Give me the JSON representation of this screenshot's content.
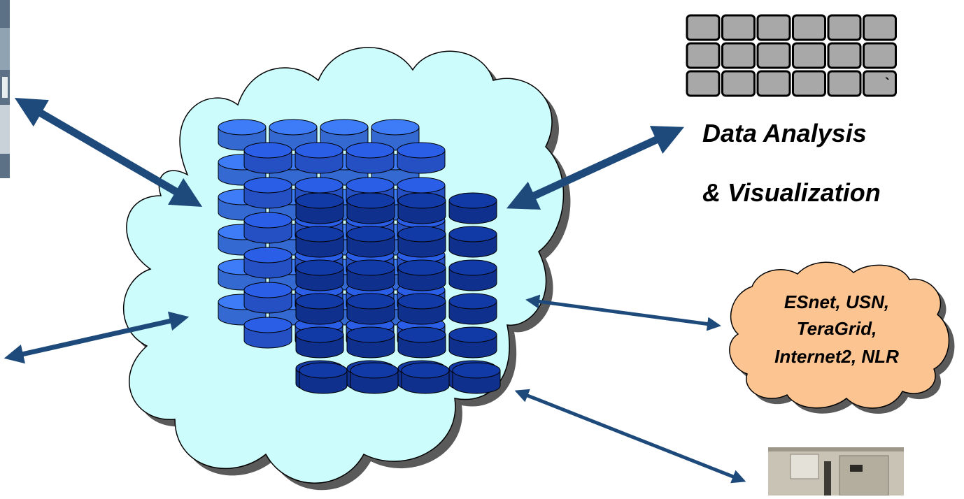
{
  "labels": {
    "analysis_line1": "Data Analysis",
    "analysis_line2": "& Visualization",
    "networks_line1": "ESnet, USN,",
    "networks_line2": "TeraGrid,",
    "networks_line3": "Internet2, NLR"
  },
  "display_grid": {
    "rows": 3,
    "cols": 6,
    "corner_mark": "`"
  },
  "storage_stacks": [
    {
      "name": "back",
      "cols": 4,
      "rows": 6,
      "color": "#3d7bf7"
    },
    {
      "name": "middle",
      "cols": 4,
      "rows": 6,
      "color": "#2b5ee6"
    },
    {
      "name": "front",
      "cols": 4,
      "rows": 6,
      "color": "#123aa6"
    }
  ],
  "colors": {
    "arrow": "#1d4a7a",
    "cloud_fill": "#ccfcfc",
    "network_cloud_fill": "#fcc490",
    "tile_fill": "#a8a8a8"
  }
}
